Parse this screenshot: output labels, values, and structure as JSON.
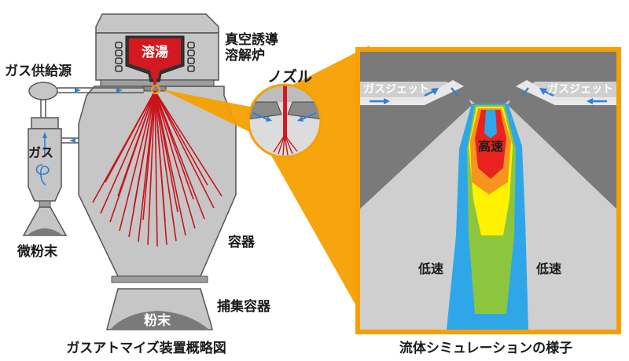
{
  "colors": {
    "vessel": "#c6c6c6",
    "outline": "#555555",
    "melt": "#d41920",
    "spray": "#c8141c",
    "gas": "#2f7fd6",
    "callout": "#f5a000",
    "sim_background": "#cfcfcf",
    "sim_dark": "#7a7a7a",
    "sim_blue": "#2ea6e8",
    "sim_green": "#8cc63f",
    "sim_yellow": "#fff200",
    "sim_orange": "#f7941d",
    "sim_red": "#e8231f"
  },
  "apparatus": {
    "melt_label": "溶湯",
    "furnace_label_line1": "真空誘導",
    "furnace_label_line2": "溶解炉",
    "gas_source_label": "ガス供給源",
    "gas_label": "ガス",
    "fine_powder_label": "微粉末",
    "vessel_label": "容器",
    "collector_label": "捕集容器",
    "powder_label": "粉末",
    "caption": "ガスアトマイズ装置概略図"
  },
  "nozzle": {
    "label": "ノズル"
  },
  "simulation": {
    "gas_jet_left": "ガスジェット",
    "gas_jet_right": "ガスジェット",
    "high_speed": "高速",
    "low_speed_left": "低速",
    "low_speed_right": "低速",
    "caption": "流体シミュレーションの様子"
  }
}
